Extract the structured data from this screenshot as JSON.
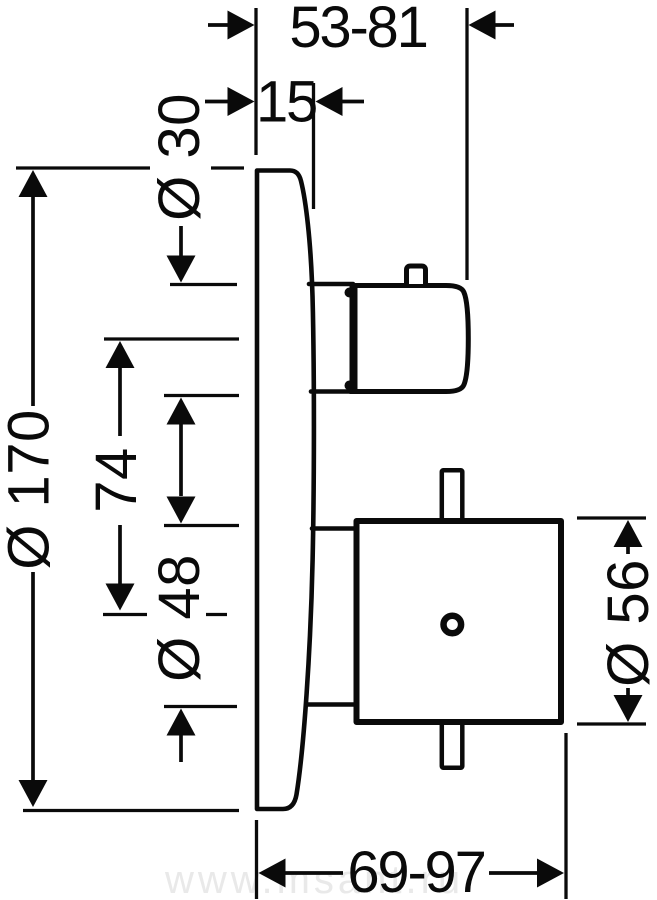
{
  "page": {
    "background_color": "#ffffff",
    "line_color": "#0a0a0a",
    "watermark": {
      "text": "www.msant.ru",
      "color": "#e9e9e9"
    }
  },
  "drawing": {
    "type": "technical-dimension-diagram",
    "labels": {
      "wall_to_handle_face": "53-81",
      "plate_depth": "15",
      "handle_neck_diameter": "Ø 30",
      "plate_diameter": "Ø 170",
      "handle_to_knob_distance": "74",
      "knob_neck_diameter": "Ø 48",
      "knob_diameter": "Ø 56",
      "wall_to_knob_face": "69-97"
    }
  }
}
